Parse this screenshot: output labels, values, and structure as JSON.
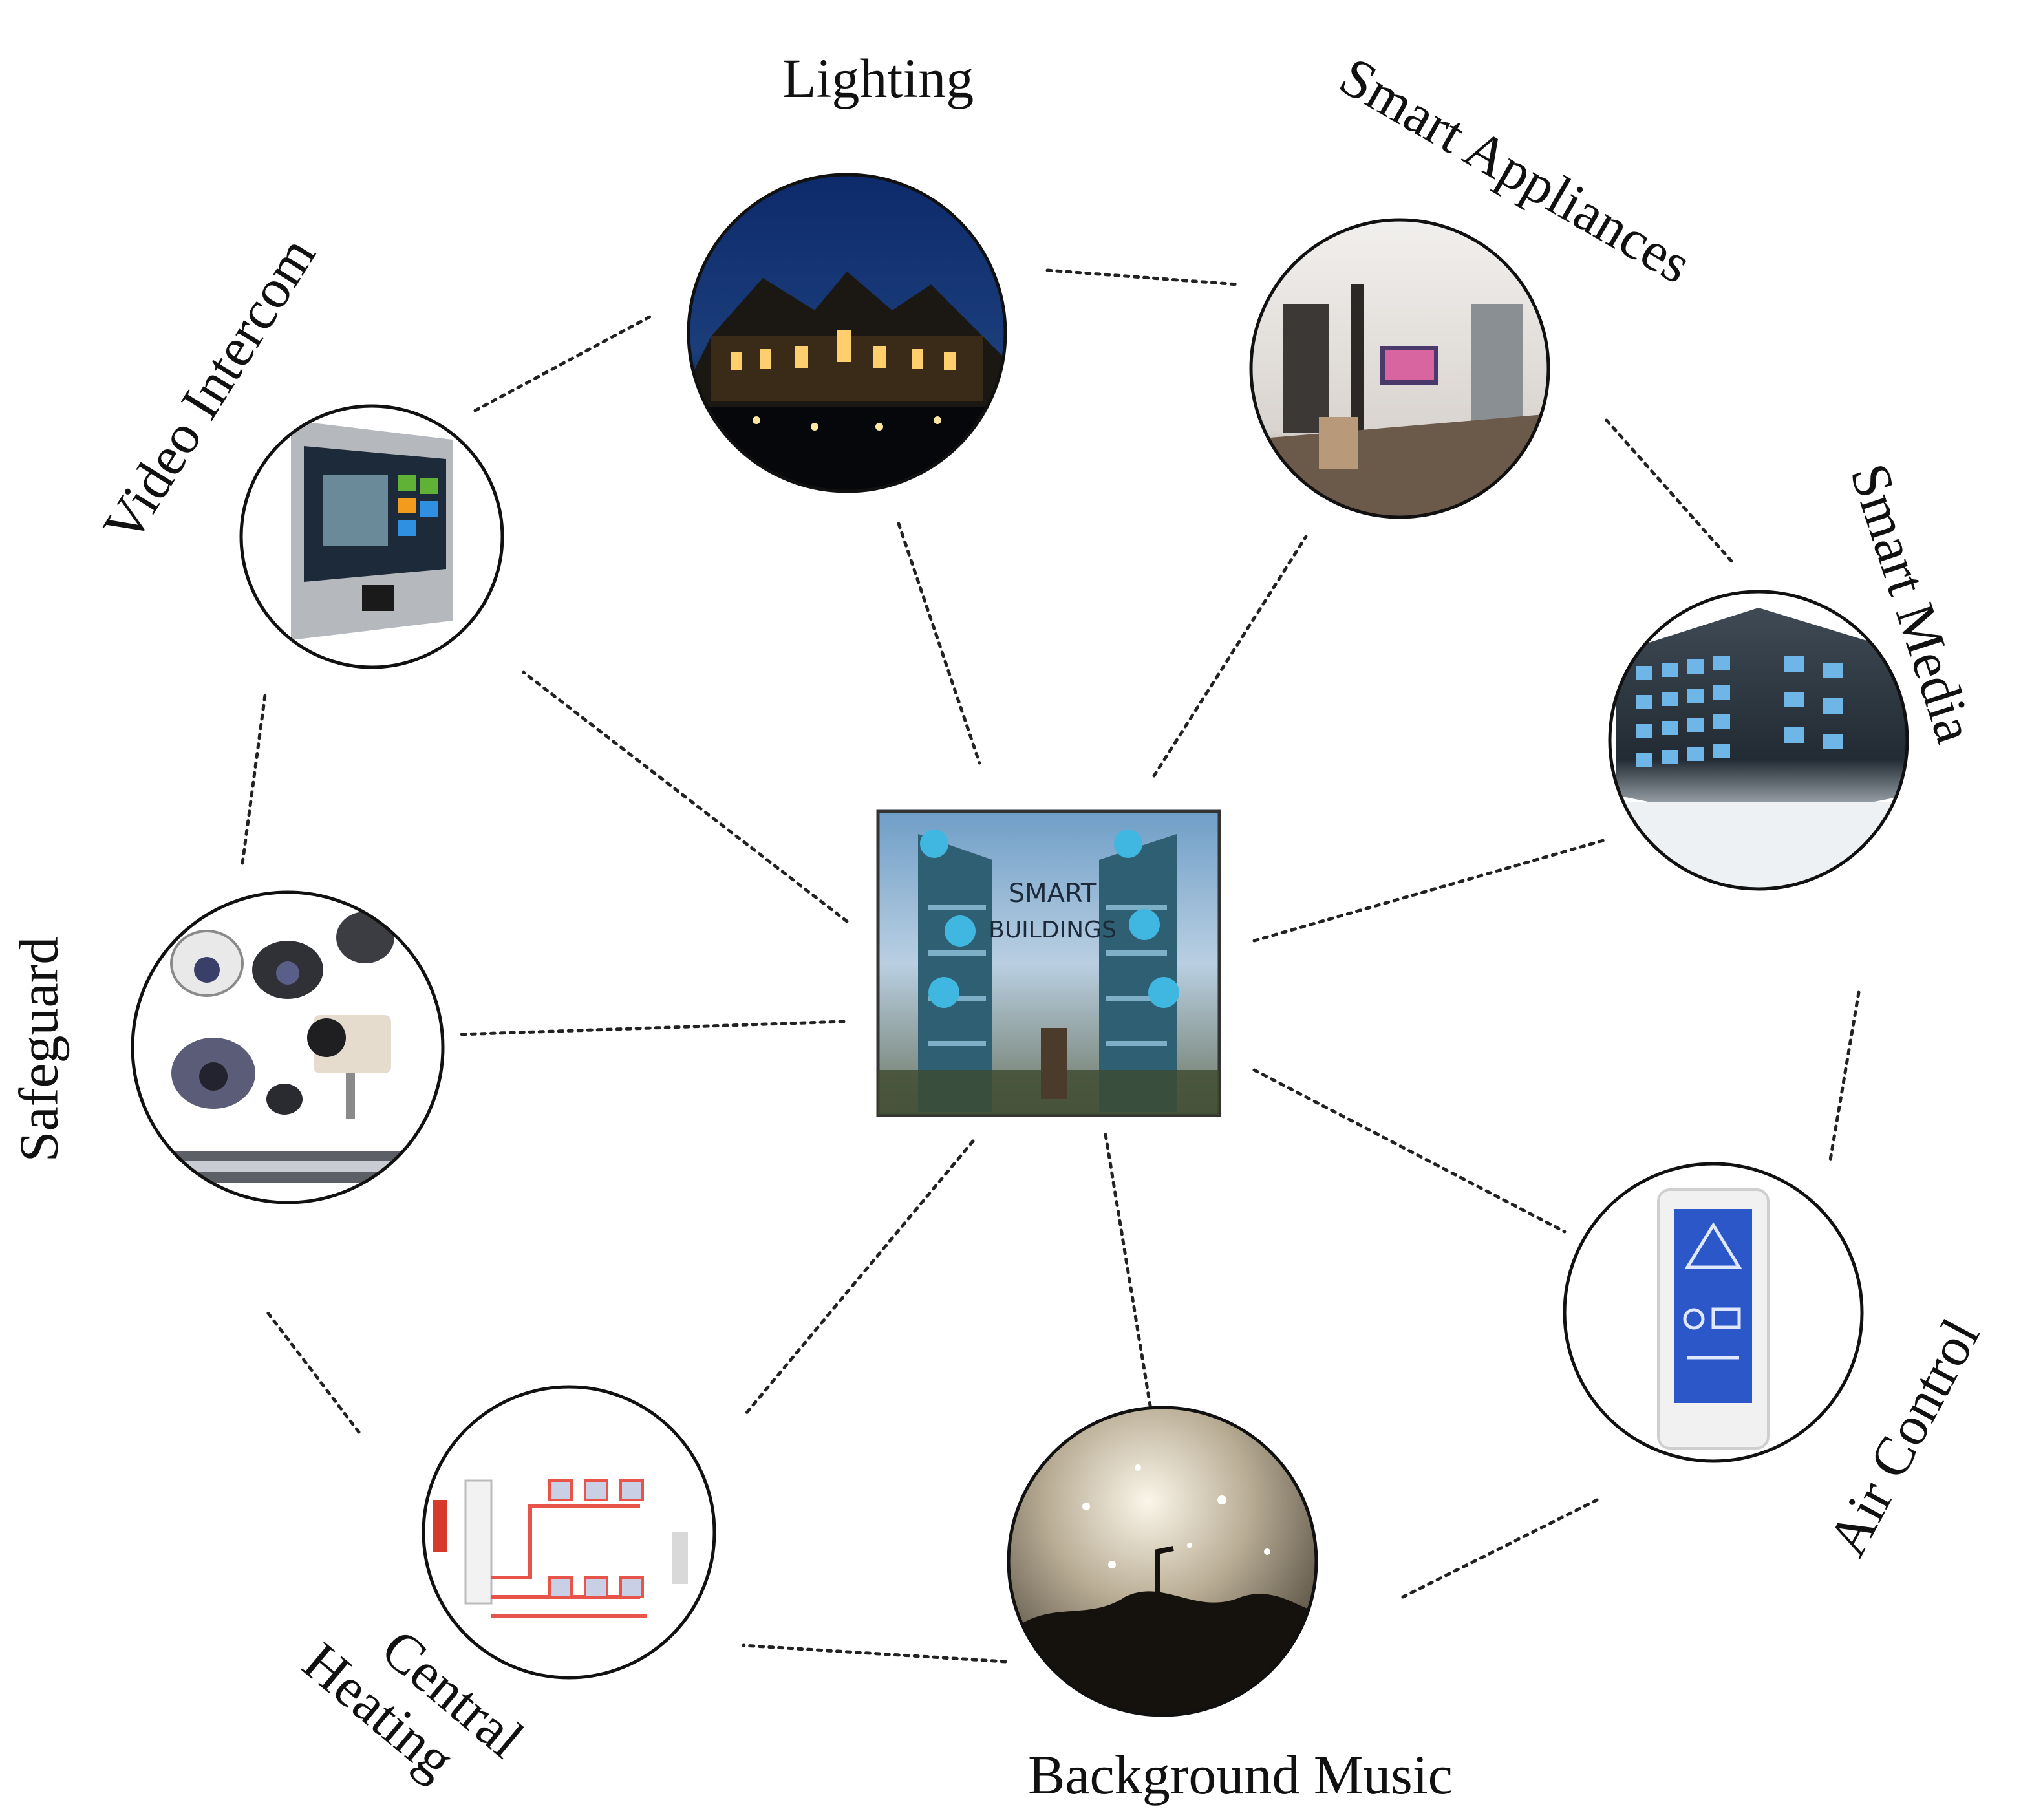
{
  "diagram": {
    "hub": {
      "line1": "SMART",
      "line2": "BUILDINGS"
    },
    "nodes": [
      {
        "id": "lighting",
        "label": "Lighting",
        "image": "house-night-photo"
      },
      {
        "id": "smart-appliances",
        "label": "Smart Appliances",
        "image": "living-room-photo"
      },
      {
        "id": "smart-media",
        "label": "Smart Media",
        "image": "media-wall-photo"
      },
      {
        "id": "air-control",
        "label": "Air Control",
        "image": "thermostat-photo"
      },
      {
        "id": "background-music",
        "label": "Background Music",
        "image": "music-sparkle-photo"
      },
      {
        "id": "central-heating",
        "label_line1": "Central",
        "label_line2": "Heating",
        "image": "heating-schematic"
      },
      {
        "id": "safeguard",
        "label": "Safeguard",
        "image": "security-cameras-photo"
      },
      {
        "id": "video-intercom",
        "label": "Video Intercom",
        "image": "intercom-panel-photo"
      }
    ],
    "colors": {
      "line": "#222222",
      "circle_stroke": "#111111",
      "hub_sky": "#8fb4d6",
      "building": "#2f5f72",
      "icon": "#3fb7e0"
    }
  }
}
